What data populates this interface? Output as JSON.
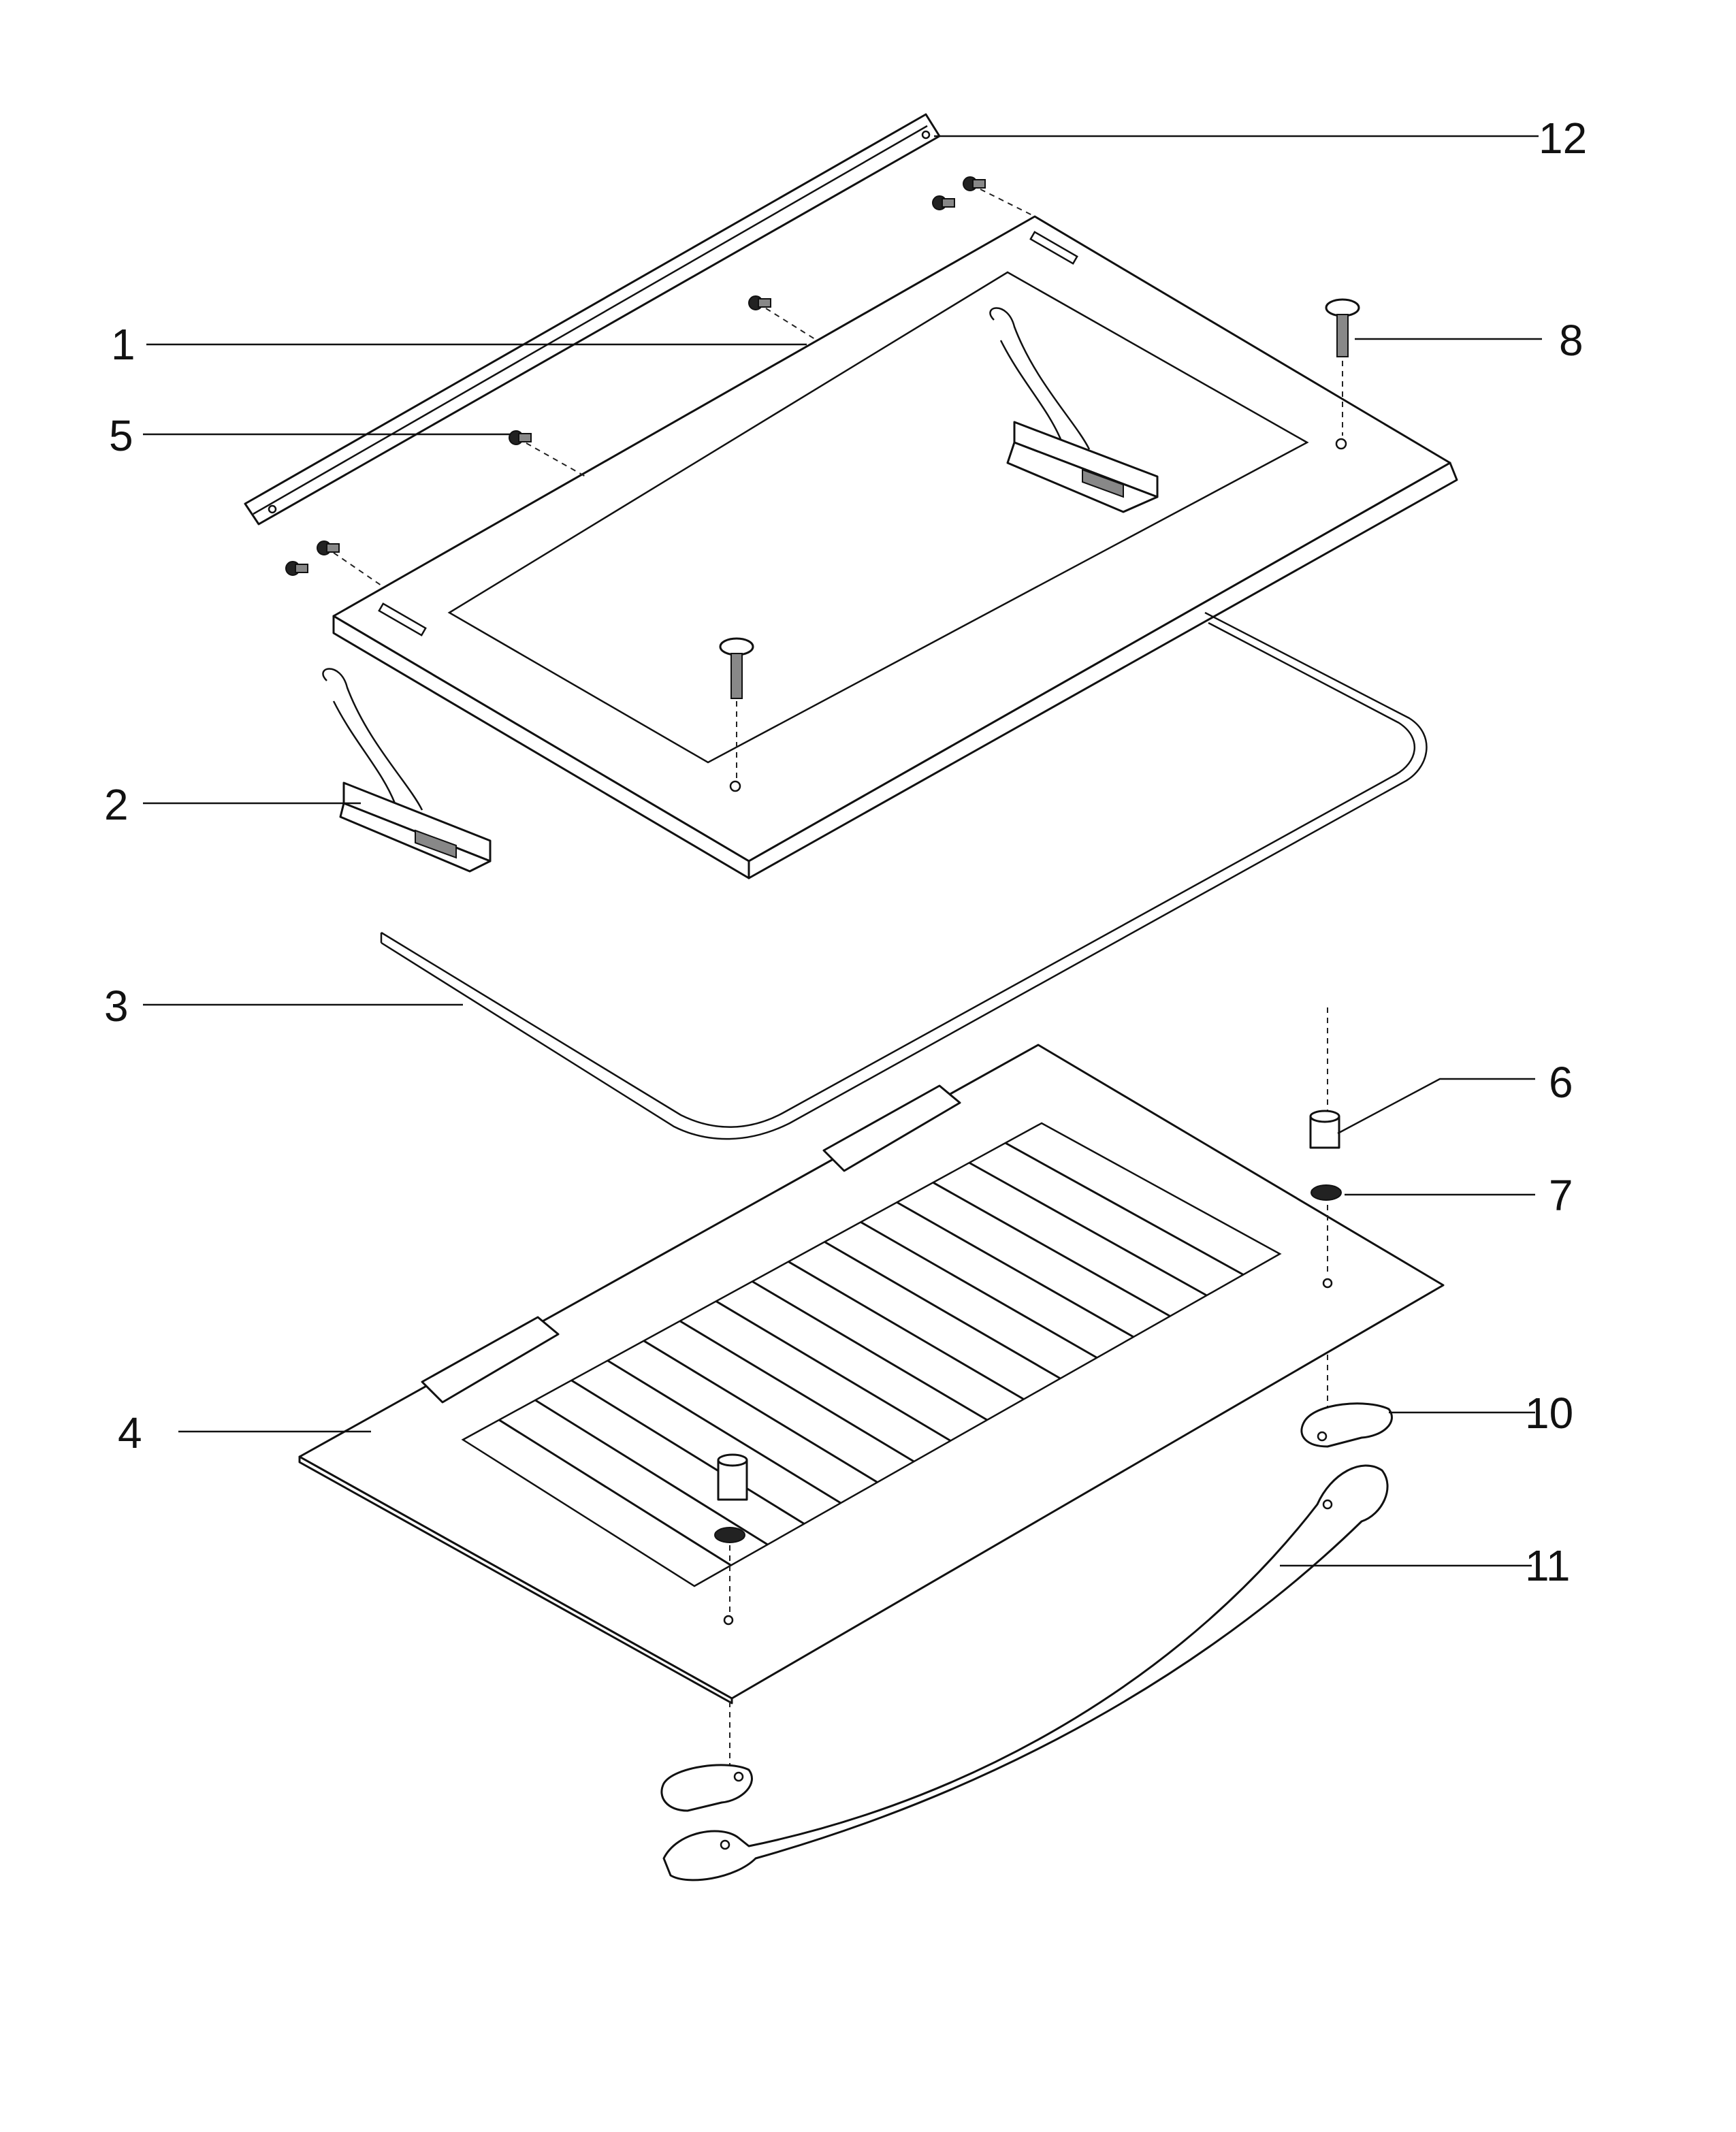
{
  "callouts": [
    {
      "id": "1",
      "text": "1"
    },
    {
      "id": "2",
      "text": "2"
    },
    {
      "id": "3",
      "text": "3"
    },
    {
      "id": "4",
      "text": "4"
    },
    {
      "id": "5",
      "text": "5"
    },
    {
      "id": "6",
      "text": "6"
    },
    {
      "id": "7",
      "text": "7"
    },
    {
      "id": "8",
      "text": "8"
    },
    {
      "id": "10",
      "text": "10"
    },
    {
      "id": "11",
      "text": "11"
    },
    {
      "id": "12",
      "text": "12"
    }
  ]
}
